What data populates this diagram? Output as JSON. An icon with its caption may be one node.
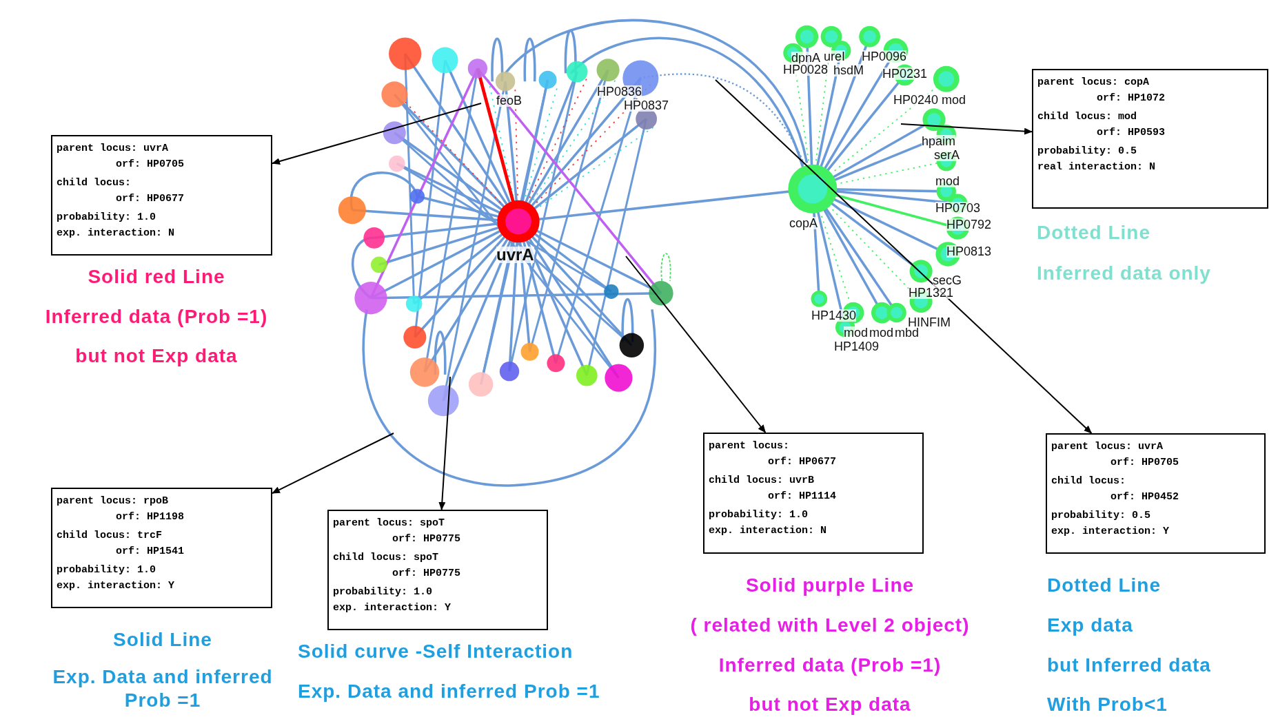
{
  "diagram": {
    "nodes": [
      {
        "text": [
          "parent locus: uvrA",
          "orf: HP0705",
          "child locus:",
          "orf: HP0677",
          "probability: 1.0",
          "exp. interaction: N"
        ],
        "beside": [
          "Solid red Line",
          "Inferred data (Prob =1)",
          "but not Exp data"
        ]
      },
      {
        "text": [
          "parent locus: copA",
          "orf: HP1072",
          "child locus: mod",
          "orf: HP0593",
          "probability: 0.5",
          "real interaction: N"
        ],
        "beside": [
          "Dotted Line",
          "Inferred data only"
        ]
      },
      {
        "text": [
          "parent locus: rpoB",
          "orf: HP1198",
          "child locus: trcF",
          "orf: HP1541",
          "probability: 1.0",
          "exp. interaction: Y"
        ],
        "beside": [
          "Solid Line",
          "Exp. Data and inferred Prob =1"
        ]
      },
      {
        "text": [
          "parent locus: spoT",
          "orf: HP0775",
          "child locus: spoT",
          "orf: HP0775",
          "probability: 1.0",
          "exp. interaction: Y"
        ],
        "beside": [
          "Solid curve -Self Interaction",
          "Exp. Data and inferred Prob =1"
        ]
      },
      {
        "text": [
          "parent locus:",
          "orf: HP0677",
          "child locus: uvrB",
          "orf: HP1114",
          "probability: 1.0",
          "exp. interaction: N"
        ],
        "beside": [
          "Solid purple Line",
          "( related with Level 2 object)",
          "Inferred data (Prob =1)",
          "but not Exp data"
        ]
      },
      {
        "text": [
          "parent locus: uvrA",
          "orf: HP0705",
          "child locus:",
          "orf: HP0452",
          "probability: 0.5",
          "exp. interaction: Y"
        ],
        "beside": [
          "Dotted Line",
          "Exp data",
          "but Inferred data",
          "With Prob<1"
        ]
      }
    ],
    "edges": [
      {
        "from": null,
        "to": 0,
        "arrow": "to"
      },
      {
        "from": null,
        "to": 1,
        "arrow": "to"
      },
      {
        "from": null,
        "to": 2,
        "arrow": "to"
      },
      {
        "from": null,
        "to": 3,
        "arrow": "to"
      },
      {
        "from": null,
        "to": 4,
        "arrow": "to"
      },
      {
        "from": null,
        "to": 5,
        "arrow": "to"
      }
    ],
    "labels": [
      "feoB",
      "HP0836",
      "HP0837",
      "uvrA",
      "dpnA",
      "ureI",
      "HP0096",
      "HP0028",
      "hsdM",
      "HP0231",
      "HP0240",
      "mod",
      "hpaim",
      "serA",
      "mod",
      "HP0703",
      "copA",
      "HP0792",
      "HP0813",
      "secG",
      "HP1321",
      "HP1430",
      "HINFIM",
      "mod",
      "mod",
      "mbd",
      "HP1409"
    ]
  }
}
